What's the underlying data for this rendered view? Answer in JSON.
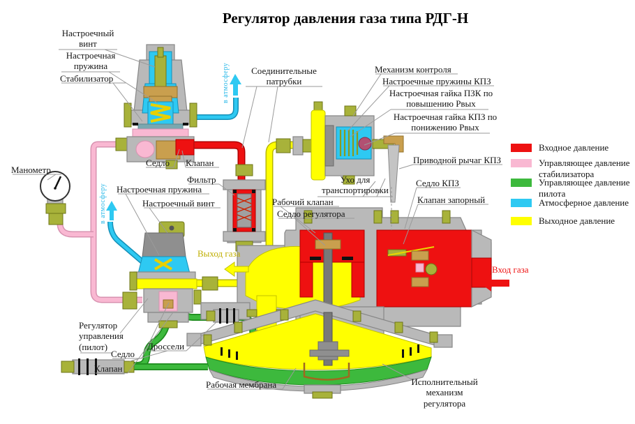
{
  "title": "Регулятор давления газа типа РДГ-Н",
  "labels": {
    "adjusting_screw_top": "Настроечный винт",
    "adjusting_spring_top": "Настроечная пружина",
    "stabilizer": "Стабилизатор",
    "manometer": "Манометр",
    "seat_stabilizer": "Седло",
    "valve_stabilizer": "Клапан",
    "connecting_pipes": "Соединительные патрубки",
    "control_mechanism": "Механизм контроля",
    "kpz_springs": "Настроечные пружины КПЗ",
    "pzk_nut": "Настроечная гайка ПЗК по повышению Рвых",
    "kpz_nut": "Настроечная гайка КПЗ по понижению Рвых",
    "kpz_lever": "Приводной рычаг КПЗ",
    "transport_lug": "Ухо для транспортировки",
    "kpz_seat": "Седло КПЗ",
    "shutoff_valve": "Клапан запорный",
    "filter": "Фильтр",
    "adjusting_spring_pilot": "Настроечная пружина",
    "adjusting_screw_pilot": "Настроечный винт",
    "working_valve": "Рабочий клапан",
    "regulator_seat": "Седло регулятора",
    "gas_outlet": "Выход газа",
    "gas_inlet": "Вход газа",
    "pilot": "Регулятор управления (пилот)",
    "seat_pilot": "Седло",
    "valve_pilot": "Клапан",
    "throttles": "Дроссели",
    "working_membrane": "Рабочая мембрана",
    "actuator": "Исполнительный механизм регулятора",
    "to_atmosphere": "в атмосферу"
  },
  "legend": {
    "items": [
      {
        "label": "Входное давление",
        "color": "#ee1111"
      },
      {
        "label": "Управляющее давление стабилизатора",
        "color": "#f9b8d2"
      },
      {
        "label": "Управляющее давление пилота",
        "color": "#3db93d"
      },
      {
        "label": "Атмосферное давление",
        "color": "#2ec9f2"
      },
      {
        "label": "Выходное давление",
        "color": "#ffff00"
      }
    ]
  },
  "colors": {
    "inlet_pressure": "#ee1111",
    "stabilizer_control_pressure": "#f9b8d2",
    "pilot_control_pressure": "#3db93d",
    "atmosphere_pressure": "#2ec9f2",
    "outlet_pressure": "#ffff00"
  }
}
